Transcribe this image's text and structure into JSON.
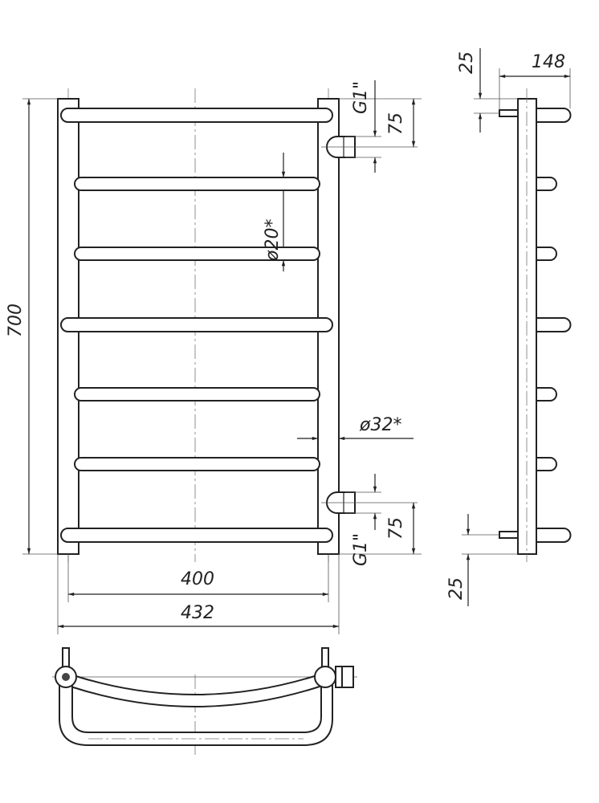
{
  "dimensions": {
    "height_700": "700",
    "width_400": "400",
    "width_432": "432",
    "connector_top_75": "75",
    "connector_bottom_75": "75",
    "thread_top": "G1\"",
    "thread_bottom": "G1\"",
    "bar_diameter": "ø20*",
    "post_diameter": "ø32*",
    "depth_148": "148",
    "offset_top_25": "25",
    "offset_bottom_25": "25"
  }
}
